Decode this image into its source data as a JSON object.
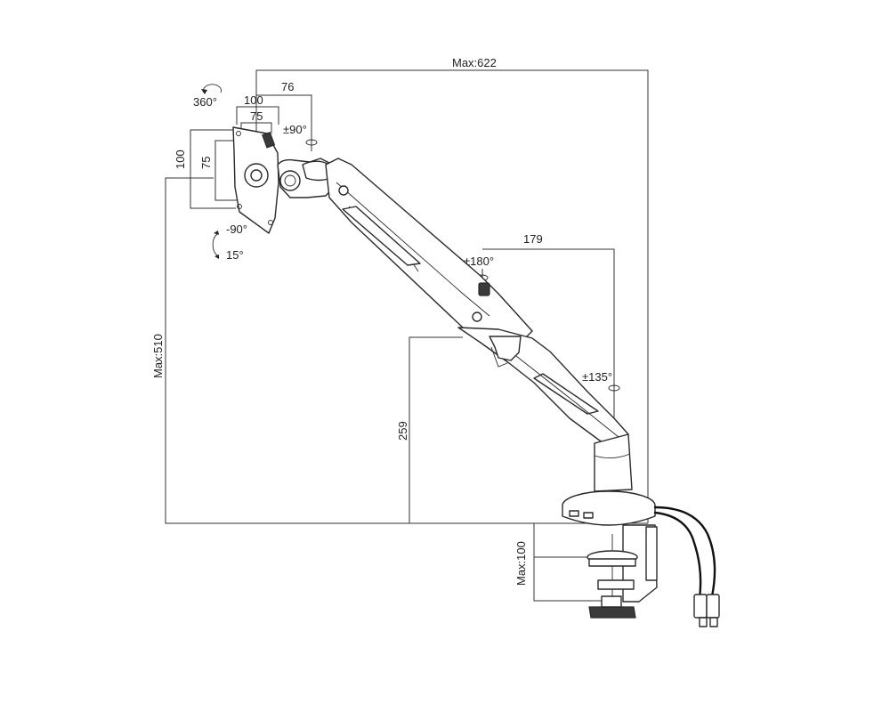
{
  "diagram": {
    "dimensions": {
      "max_reach": "Max:622",
      "max_height": "Max:510",
      "clamp_max": "Max:100",
      "pole_height": "259",
      "arm_offset": "179",
      "tilt_head_offset": "76",
      "vesa_w_outer": "100",
      "vesa_w_inner": "75",
      "vesa_h_outer": "100",
      "vesa_h_inner": "75"
    },
    "rotations": {
      "screen_rotation": "360°",
      "head_swivel": "±90°",
      "tilt_down": "-90°",
      "tilt_up": "15°",
      "elbow_swivel": "±180°",
      "base_swivel": "±135°"
    }
  }
}
